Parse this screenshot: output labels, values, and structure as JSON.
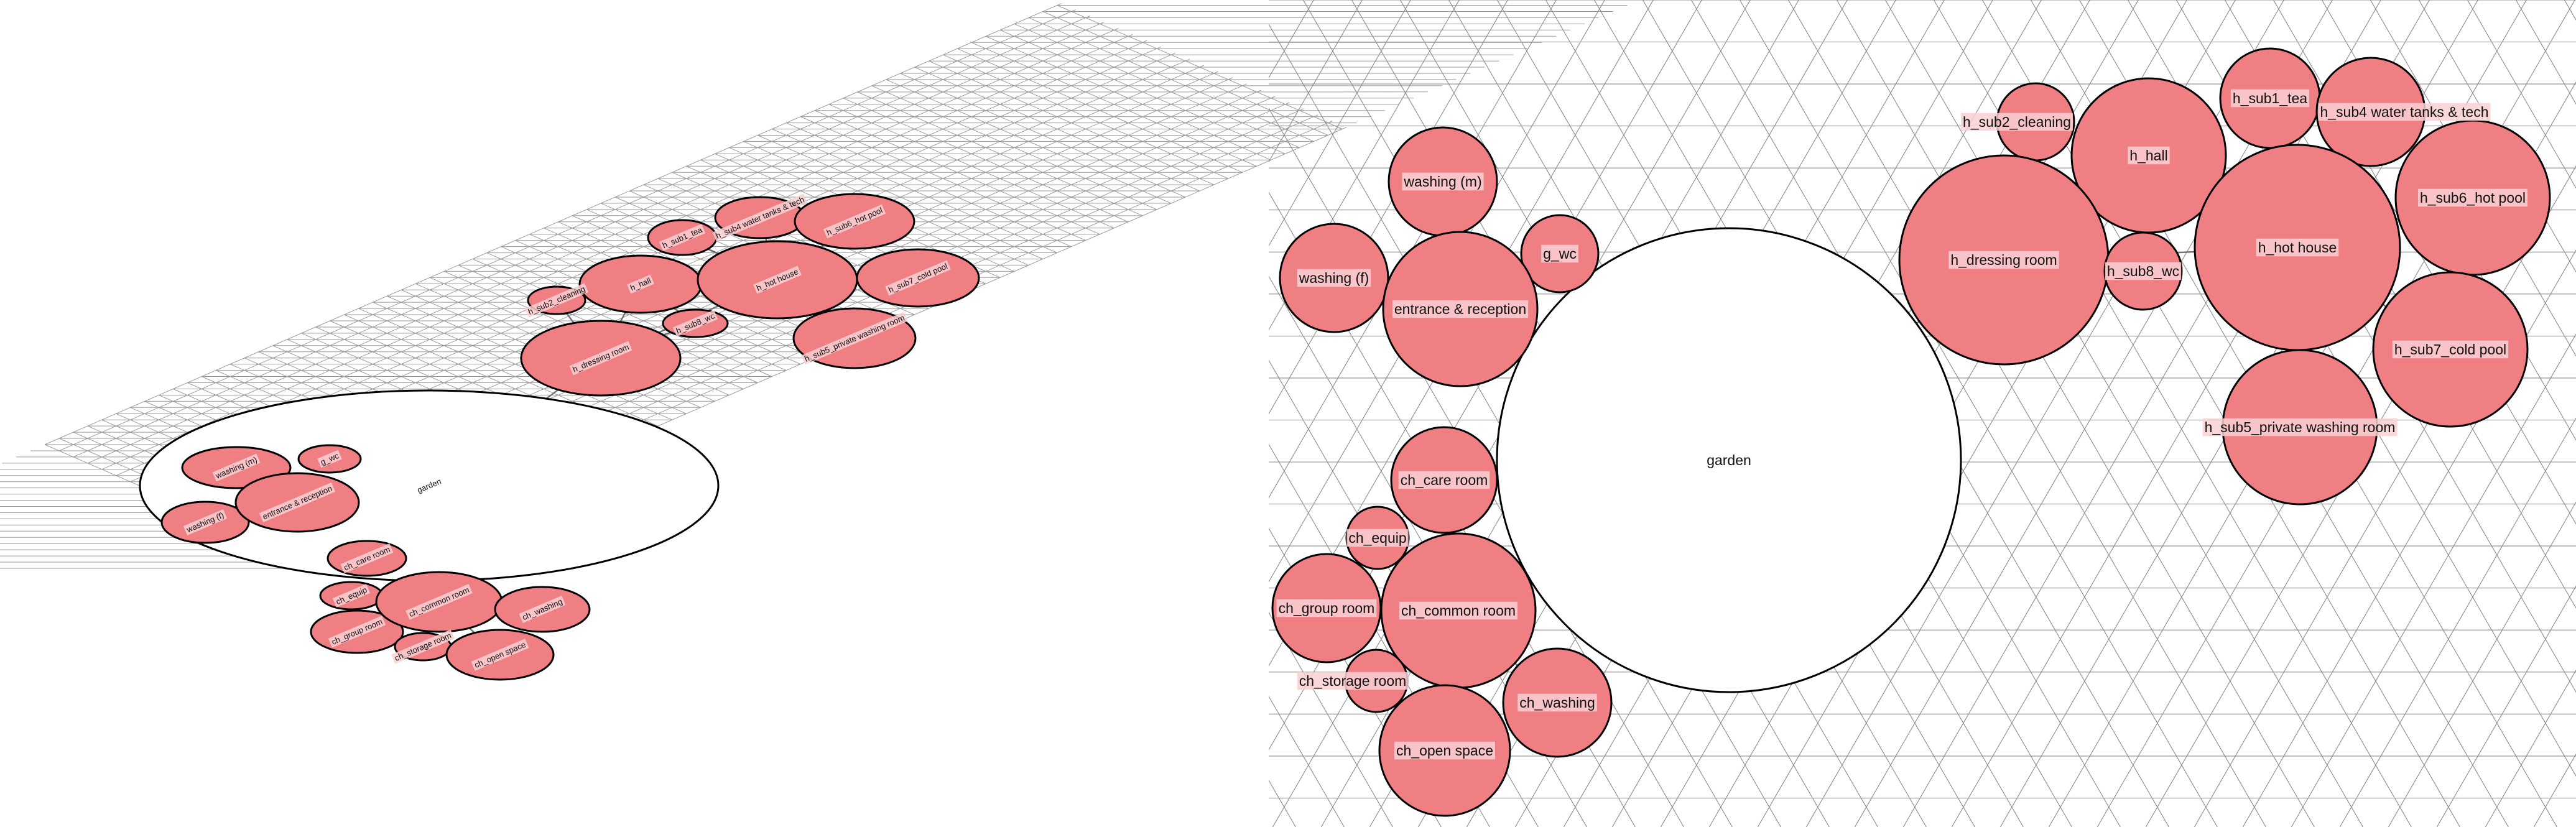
{
  "colors": {
    "node_fill": "#f07f84",
    "hub_fill": "#ffffff",
    "label_bg": "#f9d0d2",
    "grid": "#8a8a8a",
    "edge": "#707070"
  },
  "hub": {
    "id": "garden",
    "label": "garden"
  },
  "nodes": [
    {
      "id": "washing_m",
      "label": "washing (m)"
    },
    {
      "id": "washing_f",
      "label": "washing (f)"
    },
    {
      "id": "g_wc",
      "label": "g_wc"
    },
    {
      "id": "entrance",
      "label": "entrance & reception"
    },
    {
      "id": "ch_care",
      "label": "ch_care room"
    },
    {
      "id": "ch_equip",
      "label": "ch_equip"
    },
    {
      "id": "ch_group",
      "label": "ch_group room"
    },
    {
      "id": "ch_common",
      "label": "ch_common room"
    },
    {
      "id": "ch_storage",
      "label": "ch_storage room"
    },
    {
      "id": "ch_washing",
      "label": "ch_washing"
    },
    {
      "id": "ch_open",
      "label": "ch_open space"
    },
    {
      "id": "h_sub2",
      "label": "h_sub2_cleaning"
    },
    {
      "id": "h_hall",
      "label": "h_hall"
    },
    {
      "id": "h_sub1",
      "label": "h_sub1_tea"
    },
    {
      "id": "h_sub4",
      "label": "h_sub4 water tanks & tech"
    },
    {
      "id": "h_dressing",
      "label": "h_dressing room"
    },
    {
      "id": "h_sub8",
      "label": "h_sub8_wc"
    },
    {
      "id": "h_hot",
      "label": "h_hot house"
    },
    {
      "id": "h_sub6",
      "label": "h_sub6_hot pool"
    },
    {
      "id": "h_sub7",
      "label": "h_sub7_cold pool"
    },
    {
      "id": "h_sub5",
      "label": "h_sub5_private washing room"
    }
  ],
  "edges": [
    [
      "garden",
      "entrance"
    ],
    [
      "garden",
      "g_wc"
    ],
    [
      "garden",
      "ch_common"
    ],
    [
      "garden",
      "h_dressing"
    ],
    [
      "entrance",
      "washing_m"
    ],
    [
      "entrance",
      "washing_f"
    ],
    [
      "ch_common",
      "ch_care"
    ],
    [
      "ch_common",
      "ch_equip"
    ],
    [
      "ch_common",
      "ch_group"
    ],
    [
      "ch_common",
      "ch_storage"
    ],
    [
      "ch_common",
      "ch_washing"
    ],
    [
      "ch_common",
      "ch_open"
    ],
    [
      "h_dressing",
      "h_sub2"
    ],
    [
      "h_dressing",
      "h_hall"
    ],
    [
      "h_dressing",
      "h_sub8"
    ],
    [
      "h_dressing",
      "h_hot"
    ],
    [
      "h_hall",
      "h_sub8"
    ],
    [
      "h_hall",
      "h_hot"
    ],
    [
      "h_hot",
      "h_sub1"
    ],
    [
      "h_hot",
      "h_sub4"
    ],
    [
      "h_hot",
      "h_sub6"
    ],
    [
      "h_hot",
      "h_sub7"
    ],
    [
      "h_hot",
      "h_sub5"
    ]
  ]
}
